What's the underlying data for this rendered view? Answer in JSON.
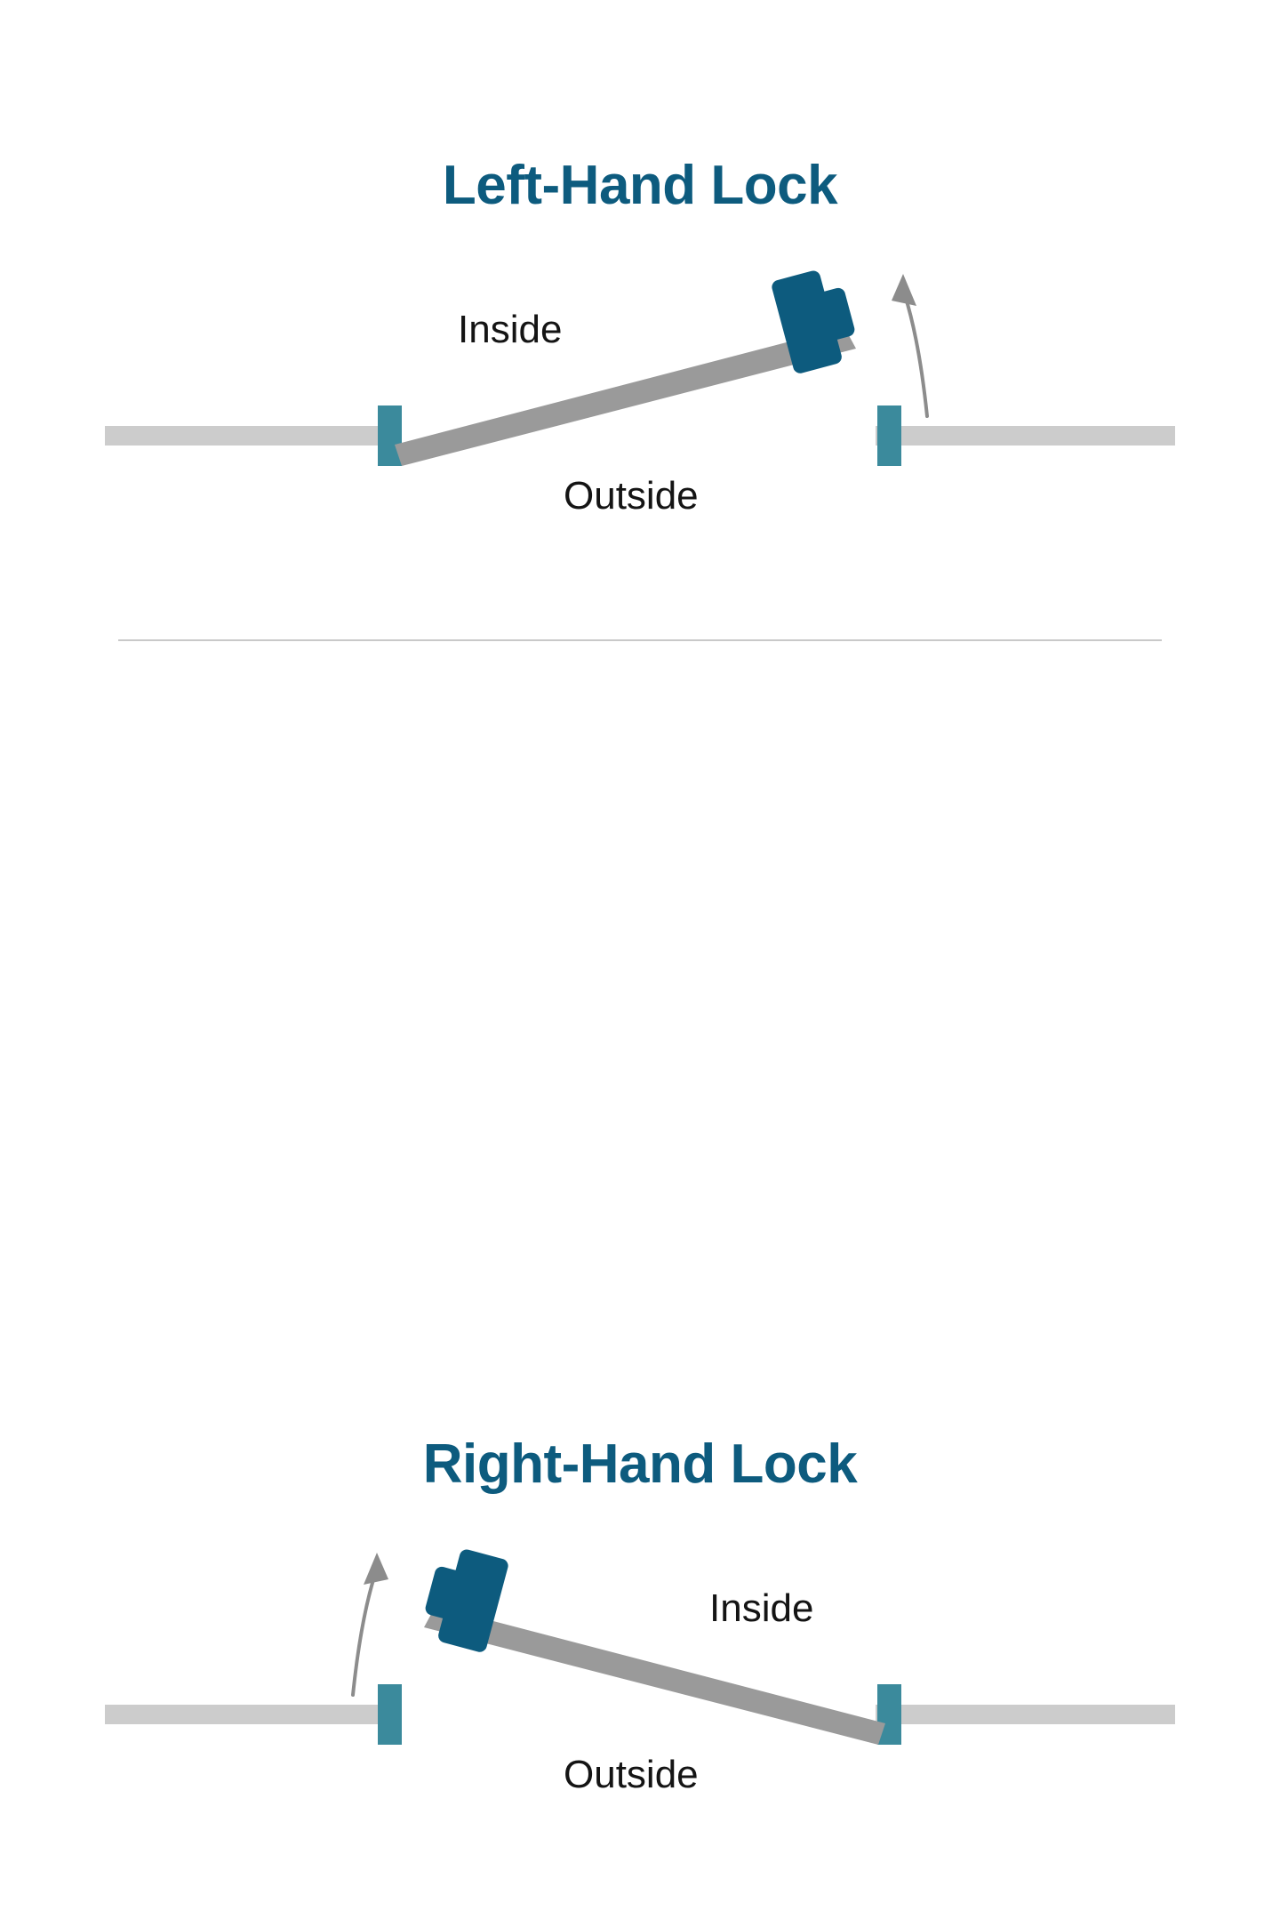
{
  "document": {
    "kind": "door-handing-diagram",
    "background_color": "#ffffff"
  },
  "theme": {
    "title_color": "#0d5b7e",
    "lock_color": "#0d5b7e",
    "jamb_color": "#3b8a9c",
    "wall_color": "#cccccc",
    "door_color": "#9a9a9a",
    "arrow_color": "#8c8c8c",
    "label_color": "#141414",
    "divider_color": "#c9c9c9"
  },
  "panels": [
    {
      "id": "left-hand",
      "title": "Left-Hand Lock",
      "inside_label": "Inside",
      "outside_label": "Outside",
      "swing_direction": "counter-clockwise-open-inward",
      "hinge_side": "left",
      "lock_side": "right"
    },
    {
      "id": "right-hand",
      "title": "Right-Hand Lock",
      "inside_label": "Inside",
      "outside_label": "Outside",
      "swing_direction": "clockwise-open-inward",
      "hinge_side": "right",
      "lock_side": "left"
    }
  ],
  "icons": {
    "lock": "lock-icon",
    "swing_arrow": "swing-arrow-icon",
    "door_panel": "door-panel-icon",
    "wall": "wall-icon",
    "jamb": "door-jamb-icon"
  }
}
